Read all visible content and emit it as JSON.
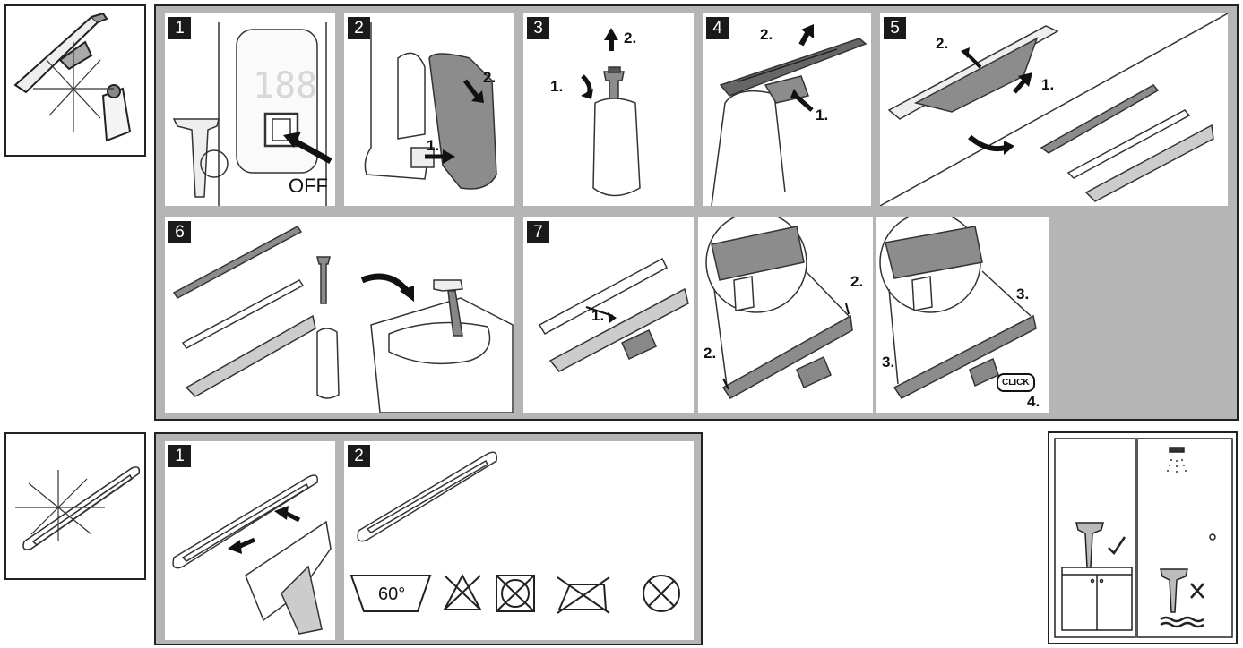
{
  "section_a": {
    "steps": [
      {
        "num": "1",
        "display": "188",
        "off": "OFF"
      },
      {
        "num": "2",
        "l1": "1.",
        "l2": "2."
      },
      {
        "num": "3",
        "l1": "1.",
        "l2": "2."
      },
      {
        "num": "4",
        "l1": "1.",
        "l2": "2."
      },
      {
        "num": "5",
        "l1": "1.",
        "l2": "2."
      },
      {
        "num": "6"
      },
      {
        "num": "7",
        "l1": "1."
      },
      {
        "num": "",
        "l2a": "2.",
        "l2b": "2."
      },
      {
        "num": "",
        "l3a": "3.",
        "l3b": "3.",
        "l4": "4.",
        "click": "CLICK"
      }
    ]
  },
  "section_b": {
    "steps": [
      {
        "num": "1"
      },
      {
        "num": "2",
        "temp": "60°"
      }
    ]
  },
  "icons": {
    "cleaning": "disassembly-icon",
    "pad": "pad-icon",
    "storage": "storage-icon"
  },
  "colors": {
    "group_bg": "#b5b5b5",
    "line": "#222222",
    "part_gray": "#8c8c8c"
  }
}
